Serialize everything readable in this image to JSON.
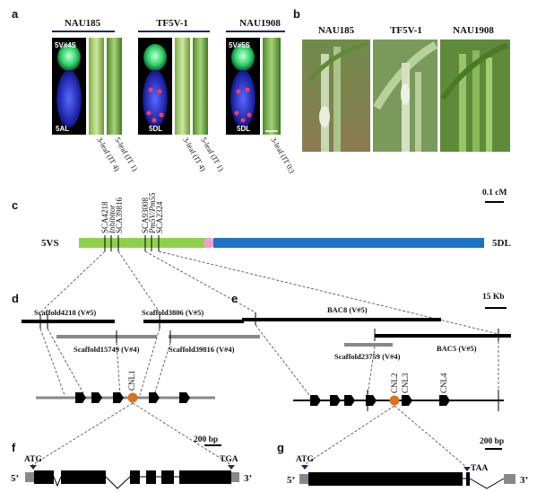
{
  "panel_labels": {
    "a": "a",
    "b": "b",
    "c": "c",
    "d": "d",
    "e": "e",
    "f": "f",
    "g": "g"
  },
  "panel_a": {
    "genotypes": [
      "NAU185",
      "TF5V-1",
      "NAU1908"
    ],
    "chromosome_labels": [
      "5V#4S",
      "5AL",
      "5DL",
      "5V#5S",
      "5DL"
    ],
    "leaf_labels": [
      "3-leaf (IT 4)",
      "5-leaf (IT 1)",
      "3-leaf (IT 4)",
      "5-leaf (IT 1)",
      "3-leaf (IT 0;)"
    ]
  },
  "panel_b": {
    "genotypes": [
      "NAU185",
      "TF5V-1",
      "NAU1908"
    ]
  },
  "panel_c": {
    "scale": "0.1 cM",
    "left_arm": "5VS",
    "right_arm": "5DL",
    "markers": [
      "SCA4218",
      "Inhibitor",
      "SCA39816",
      "SCA93008",
      "Pm5V/Pm55",
      "SCA2324"
    ]
  },
  "panel_d": {
    "scaffolds": [
      "Scaffold4218 (V#5)",
      "Scaffold3806 (V#5)",
      "Scaffold15749 (V#4)",
      "Scaffold39816 (V#4)"
    ],
    "gene": "CNL1"
  },
  "panel_e": {
    "scale": "15 Kb",
    "bacs": [
      "BAC8 (V#5)",
      "BAC5 (V#5)",
      "Scaffold23759 (V#4)"
    ],
    "genes": [
      "CNL2",
      "CNL3",
      "CNL4"
    ]
  },
  "panel_f": {
    "scale": "200 bp",
    "start": "ATG",
    "stop": "TGA",
    "five": "5’",
    "three": "3’"
  },
  "panel_g": {
    "scale": "200 bp",
    "start": "ATG",
    "stop": "TAA",
    "five": "5’",
    "three": "3’"
  },
  "colors": {
    "proximal_arm": "#8fd14f",
    "distal_arm": "#1f72c4",
    "centromere": "#f0a0d0",
    "cnl_gene": "#d9731f",
    "nav": "#1e2a5a"
  }
}
